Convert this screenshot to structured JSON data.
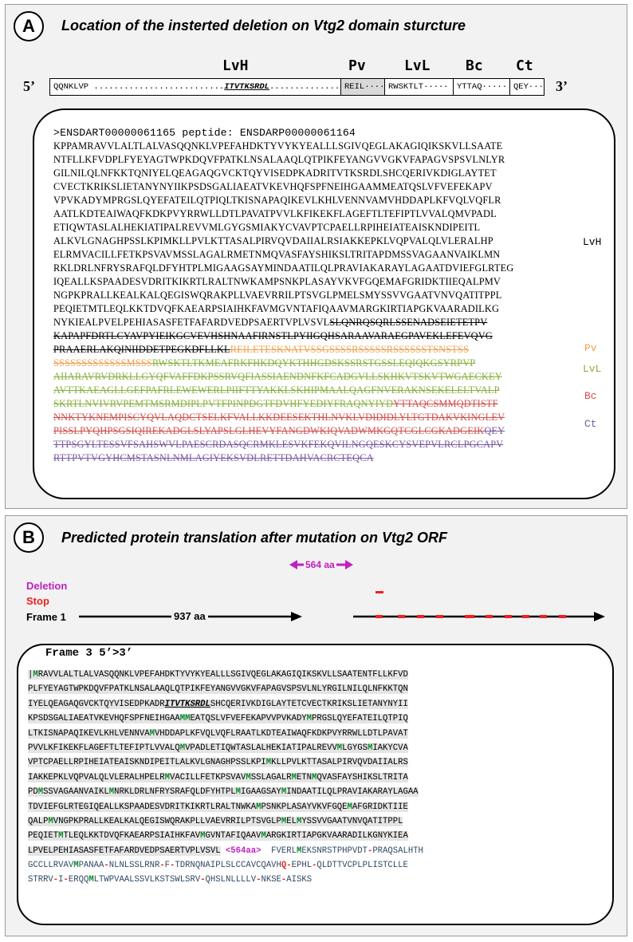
{
  "panelA": {
    "label": "A",
    "title": "Location of the insterted deletion on Vtg2 domain sturcture",
    "end5": "5’",
    "end3": "3’",
    "domains": [
      {
        "name": "LvH",
        "text": "QQNKLVP ..........................",
        "highlight": "ITVTKSRDL",
        "after": ".........................................."
      },
      {
        "name": "Pv",
        "text": "REIL·····"
      },
      {
        "name": "LvL",
        "text": "RWSKTLT·····"
      },
      {
        "name": "Bc",
        "text": "YTTAQ·····"
      },
      {
        "name": "Ct",
        "text": "QEY···"
      }
    ],
    "header_line": ">ENSDART00000061165 peptide: ENSDARP00000061164",
    "colors": {
      "lvh": "#000000",
      "pv": "#f0a050",
      "lvl": "#88b040",
      "bc": "#d0504e",
      "ct": "#7a5aa0"
    },
    "seq_lines": [
      [
        {
          "t": "KPPAMRAVVLALTLALVASQQNKLVPEFAHDKTYVYKYEALLLSGIVQEGLAKAGIQIKSKVLLSAATE",
          "c": "n"
        }
      ],
      [
        {
          "t": "NTFLLKFVDPLFYEYAGTWPKDQVFPATKLNSALAAQLQTPIKFEYANGVVGKVFAPAGVSPSVLNLYR",
          "c": "n"
        }
      ],
      [
        {
          "t": "GILNILQLNFKKTQNIYELQEAGAQGVCKTQYVISEDPKADRITVTKSRDLSHCQERIVKDIGLAYTET",
          "c": "n"
        }
      ],
      [
        {
          "t": "CVECTKRIKSLIETANYNYIIKPSDSGALIAEATVKEVHQFSPFNEIHGAAMMEATQSLVFVEFEKAPV",
          "c": "n"
        }
      ],
      [
        {
          "t": "VPVKADYMPRGSLQYEFATEILQTPIQLTKISNAPAQIKEVLKHLVENNVAMVHDDAPLKFVQLVQFLR",
          "c": "n"
        }
      ],
      [
        {
          "t": "AATLKDTEAIWAQFKDKPVYRRWLLDTLPAVATPVVLKFIKEKFLAGEFTLTEFIPTLVVALQMVPADL",
          "c": "n"
        }
      ],
      [
        {
          "t": "ETIQWTASLALHEKIATIPALREVVMLGYGSMIAKYCVAVPTCPAELLRPIHEIATEAISKNDIPEITL",
          "c": "n"
        }
      ],
      [
        {
          "t": "ALKVLGNAGHPSSLKPIMKLLPVLKTTASALPIRVQVDAIIALRSIAKKEPKLVQPVALQLVLERALHP",
          "c": "n"
        }
      ],
      [
        {
          "t": "ELRMVACILLFETKPSVAVMSSLAGALRMETNMQVASFAYSHIKSLTRITAPDMSSVAGAANVAIKLMN",
          "c": "n"
        }
      ],
      [
        {
          "t": "RKLDRLNFRYSRAFQLDFYHTPLMIGAAGSAYMINDAATILQLPRAVIAKARAYLAGAATDVIEFGLRTEG",
          "c": "n"
        }
      ],
      [
        {
          "t": "IQEALLKSPAADESVDRITKIKRTLRALTNWKAMPSNKPLASAYVKVFGQEMAFGRIDKTIIEQALPMV",
          "c": "n"
        }
      ],
      [
        {
          "t": "NGPKPRALLKEALKALQEGISWQRAKPLLVAEVRRILPTSVGLPMELSMYSSVVGAATVNVQATITPPL",
          "c": "n"
        }
      ],
      [
        {
          "t": "PEQIETMTLEQLKKTDVQFKAEARPSIAIHKFAVMGVNTAFIQAAVMARGKIRTIAPGKVAARADILKG",
          "c": "n"
        }
      ],
      [
        {
          "t": "NYKIEALPVELPEHIASASFETFAFARDVEDPSAERTVPLVSVL",
          "c": "n"
        },
        {
          "t": "SLQNRQSQRLSSENADSEIETETPV",
          "c": "ns"
        }
      ],
      [
        {
          "t": "KAPAPFDRTLCYAVPYIEIKGCVEVHSHNAAFIRNSTLPYIIGQHSARAAVARAEGPAVEKLEFEVQVG",
          "c": "ns"
        }
      ],
      [
        {
          "t": "PRAAERLAKQINIIDDETPEGKDFLLKL",
          "c": "ns"
        },
        {
          "t": "REILETESKNATVSSGSSSSRSSSSSRSSSSSSTSNSTSS",
          "c": "pv"
        }
      ],
      [
        {
          "t": "SSSSSSSSSSSSSMSSS",
          "c": "pv"
        },
        {
          "t": "RWSKTLTKMEAFRKFHKDQYKTHHGDSKSSRSTGSSLEQIQKGSYRPVP",
          "c": "lvl"
        }
      ],
      [
        {
          "t": "AIIARAVRVDRKLLGYQFVAFFDKPSSRVQFIASSIAENDNFKFCADGVLLSKHKVTSKVTWGAECKEY",
          "c": "lvl"
        }
      ],
      [
        {
          "t": "AVTTKAEAGLLGEFPAFRLEWEWERLPIIFTTYAKKLSKHIPMAALQAGFNVERAKNSEKELELTVALP",
          "c": "lvl"
        }
      ],
      [
        {
          "t": "SKRTLNVIVRVPEMTMSRMDIPLPVTFPINPDGTFDVHFYEDIYFRAQNYIYD",
          "c": "lvl"
        },
        {
          "t": "YTTAQCSMMQDTISTF",
          "c": "bc"
        }
      ],
      [
        {
          "t": "NNKTYKNEMPISCYQVLAQDCTSELKFVALLKKDEESEKTHLNVKLVDIDIDLYLTGTDAKVKINGLEV",
          "c": "bc"
        }
      ],
      [
        {
          "t": "PISSLPYQHPSGSIQIREKADGLSLYAPSLGLHEVYFANGDWKIQVADWMKGQTCGLCGKADGEIK",
          "c": "bc"
        },
        {
          "t": "QEY",
          "c": "ct"
        }
      ],
      [
        {
          "t": "TTPSGYLTESSVFSAHSWVLPAESCRDASQCRMKLESVKFEKQVILNGQESKCYSVEPVLRCLPGCAPV",
          "c": "ct"
        }
      ],
      [
        {
          "t": "RTTPVTVGYHCMSTASNLNMLAGIYEKSVDLRETTDAHVACRCTEQCA",
          "c": "ct"
        }
      ]
    ],
    "side_labels": [
      "LvH",
      "Pv",
      "LvL",
      "Bc",
      "Ct"
    ]
  },
  "panelB": {
    "label": "B",
    "title": "Predicted protein translation after mutation on Vtg2 ORF",
    "legend": {
      "deletion": "Deletion",
      "stop": "Stop",
      "frame1": "Frame 1"
    },
    "deletion_size": "564 aa",
    "frame1_length": "937 aa",
    "frame_header": "Frame 3 5’>3’",
    "colors": {
      "deletion": "#c020c0",
      "stop": "#ee2020",
      "met": "#0a8a2a"
    },
    "f3_lines": [
      [
        [
          "|",
          "n"
        ],
        [
          "M",
          "m"
        ],
        [
          "RAVVLALTLALVASQQNKLVPEFAHDKTYVYKYEALLLSGIVQEGLAKAGIQIKSKVLLSAATENTFLLKFVD",
          "n"
        ]
      ],
      [
        [
          "PLFYEYAGTWPKDQVFPATKLNSALAAQLQTPIKFEYANGVVGKVFAPAGVSPSVLNLYRGILNILQLNFKKTQN",
          "n"
        ]
      ],
      [
        [
          "IYELQEAGAQGVCKTQYVISEDPKADR",
          "n"
        ],
        [
          "ITVTKSRDL",
          "u"
        ],
        [
          "SHCQERIVKDIGLAYTETCVECTKRIKSLIETANYNYII",
          "n"
        ]
      ],
      [
        [
          "KPSDSGALIAEATVKEVHQFSPFNEIHGAA",
          "n"
        ],
        [
          "MM",
          "m"
        ],
        [
          "EATQSLVFVEFEKAPVVPVKADY",
          "n"
        ],
        [
          "M",
          "m"
        ],
        [
          "PRGSLQYEFATEILQTPIQ",
          "n"
        ]
      ],
      [
        [
          "LTKISNAPAQIKEVLKHLVENNVA",
          "n"
        ],
        [
          "M",
          "m"
        ],
        [
          "VHDDAPLKFVQLVQFLRAATLKDTEAIWAQFKDKPVYRRWLLDTLPAVAT",
          "n"
        ]
      ],
      [
        [
          "PVVLKFIKEKFLAGEFTLTEFIPTLVVALQ",
          "n"
        ],
        [
          "M",
          "m"
        ],
        [
          "VPADLETIQWTASLALHEKIATIPALREVV",
          "n"
        ],
        [
          "M",
          "m"
        ],
        [
          "LGYGS",
          "n"
        ],
        [
          "M",
          "m"
        ],
        [
          "IAKYCVA",
          "n"
        ]
      ],
      [
        [
          "VPTCPAELLRPIHEIATEAISKNDIPEITLALKVLGNAGHPSSLKPI",
          "n"
        ],
        [
          "M",
          "m"
        ],
        [
          "KLLPVLKTTASALPIRVQVDAIIALRS",
          "n"
        ]
      ],
      [
        [
          "IAKKEPKLVQPVALQLVLERALHPELR",
          "n"
        ],
        [
          "M",
          "m"
        ],
        [
          "VACILLFETKPSVAV",
          "n"
        ],
        [
          "M",
          "m"
        ],
        [
          "SSLAGALR",
          "n"
        ],
        [
          "M",
          "m"
        ],
        [
          "ETN",
          "n"
        ],
        [
          "M",
          "m"
        ],
        [
          "QVASFAYSHIKSLTRITA",
          "n"
        ]
      ],
      [
        [
          "PD",
          "n"
        ],
        [
          "M",
          "m"
        ],
        [
          "SSVAGAANVAIKL",
          "n"
        ],
        [
          "M",
          "m"
        ],
        [
          "NRKLDRLNFRYSRAFQLDFYHTPL",
          "n"
        ],
        [
          "M",
          "m"
        ],
        [
          "IGAAGSAY",
          "n"
        ],
        [
          "M",
          "m"
        ],
        [
          "INDAATILQLPRAVIAKARAYLAGAA",
          "n"
        ]
      ],
      [
        [
          "TDVIEFGLRTEGIQEALLKSPAADESVDRITKIKRTLRALTNWKA",
          "n"
        ],
        [
          "M",
          "m"
        ],
        [
          "PSNKPLASAYVKVFGQE",
          "n"
        ],
        [
          "M",
          "m"
        ],
        [
          "AFGRIDKTIIE",
          "n"
        ]
      ],
      [
        [
          "QALP",
          "n"
        ],
        [
          "M",
          "m"
        ],
        [
          "VNGPKPRALLKEALKALQEGISWQRAKPLLVAEVRRILPTSVGLP",
          "n"
        ],
        [
          "M",
          "m"
        ],
        [
          "EL",
          "n"
        ],
        [
          "M",
          "m"
        ],
        [
          "YSSVVGAATVNVQATITPPL",
          "n"
        ]
      ],
      [
        [
          "PEQIET",
          "n"
        ],
        [
          "M",
          "m"
        ],
        [
          "TLEQLKKTDVQFKAEARPSIAIHKFAV",
          "n"
        ],
        [
          "M",
          "m"
        ],
        [
          "GVNTAFIQAAV",
          "n"
        ],
        [
          "M",
          "m"
        ],
        [
          "ARGKIRTIAPGKVAARADILKGNYKIEA",
          "n"
        ]
      ],
      [
        [
          "LPVELPEHIASASFETFAFARDVEDPSAERTVPLVSVL",
          "n"
        ],
        [
          " <564aa> ",
          "d"
        ],
        [
          " FVERL",
          "t"
        ],
        [
          "M",
          "m"
        ],
        [
          "EKSNRSTPHPVDT",
          "t"
        ],
        [
          "-",
          "r"
        ],
        [
          "PRAQSALHTH",
          "t"
        ]
      ],
      [
        [
          "GCCLLRVAV",
          "t"
        ],
        [
          "M",
          "m"
        ],
        [
          "PANAA",
          "t"
        ],
        [
          "-",
          "r"
        ],
        [
          "NLNLSSLRNR",
          "t"
        ],
        [
          "-",
          "r"
        ],
        [
          "F",
          "t"
        ],
        [
          "-",
          "r"
        ],
        [
          "TDRNQNAIPLSLCCAVCQAVH",
          "t"
        ],
        [
          "Q",
          "r"
        ],
        [
          "-",
          "r"
        ],
        [
          "EPHL",
          "t"
        ],
        [
          "-",
          "r"
        ],
        [
          "QLDTTVCPLPLISTCLLE",
          "t"
        ]
      ],
      [
        [
          "STRRV",
          "t"
        ],
        [
          "-",
          "r"
        ],
        [
          "I",
          "t"
        ],
        [
          "-",
          "r"
        ],
        [
          "ERQQ",
          "t"
        ],
        [
          "M",
          "m"
        ],
        [
          "LTWPVAALSSVLKSTSWLSRV",
          "t"
        ],
        [
          "-",
          "r"
        ],
        [
          "QHSLNLLLLV",
          "t"
        ],
        [
          "-",
          "r"
        ],
        [
          "NKSE",
          "t"
        ],
        [
          "-",
          "r"
        ],
        [
          "AISKS",
          "t"
        ]
      ]
    ]
  }
}
